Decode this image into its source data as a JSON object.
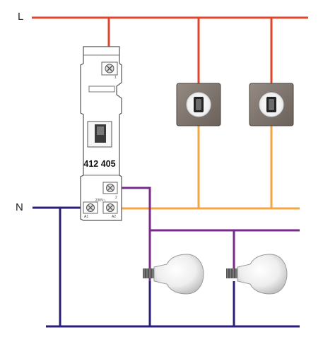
{
  "labels": {
    "line": "L",
    "neutral": "N",
    "relay_reference": "412 405",
    "terminal_top_right": "2",
    "terminal_upper": "1",
    "terminal_a1": "A1",
    "terminal_a2": "A2",
    "coil_voltage": "230V~"
  },
  "colors": {
    "line_wire": "#e0442a",
    "neutral_wire": "#2a1f78",
    "switched_wire": "#f2a640",
    "lamp_wire": "#7a2a8a",
    "relay_body": "#ffffff",
    "relay_outline": "#555555",
    "switch_plate": "#7f756d",
    "lamp_glass": "#f0f0f0"
  },
  "components": {
    "relay": {
      "name": "relay",
      "icon": "impulse-relay-module"
    },
    "push_buttons": [
      {
        "name": "push-button-1",
        "icon": "push-button-icon"
      },
      {
        "name": "push-button-2",
        "icon": "push-button-icon"
      }
    ],
    "lamps": [
      {
        "name": "lamp-1",
        "icon": "light-bulb-icon"
      },
      {
        "name": "lamp-2",
        "icon": "light-bulb-icon"
      }
    ]
  }
}
